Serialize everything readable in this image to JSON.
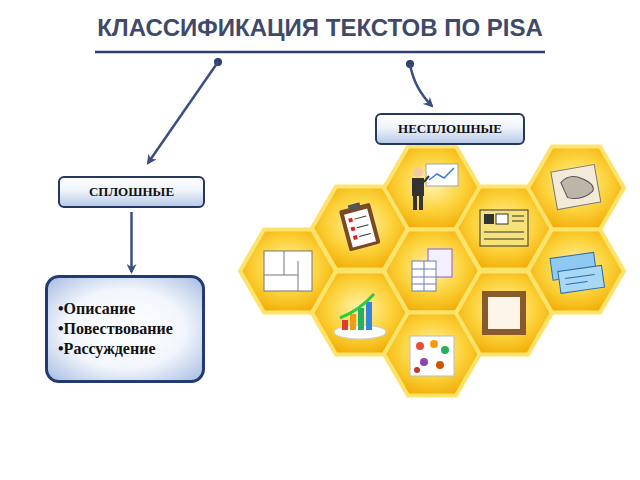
{
  "diagram": {
    "title": "КЛАССИФИКАЦИЯ ТЕКСТОВ ПО PISA",
    "nodes": [
      {
        "text": [
          "НЕСПЛОШНЫЕ"
        ]
      },
      {
        "text": [
          "СПЛОШНЫЕ"
        ]
      },
      {
        "text": [
          "•Описание",
          "•Повествование",
          "•Рассуждение"
        ]
      }
    ],
    "edges": [
      {
        "from": 1,
        "to": 2,
        "arrow": "to"
      }
    ]
  }
}
